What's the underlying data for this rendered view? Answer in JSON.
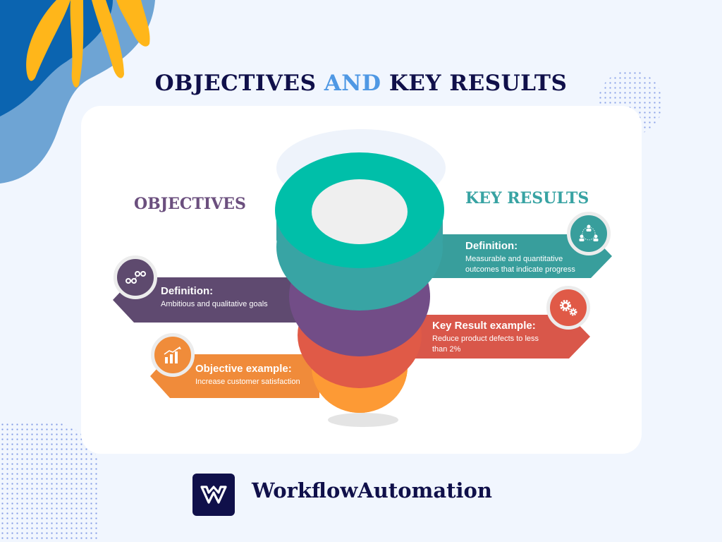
{
  "header": {
    "title_part1": "OBJECTIVES",
    "title_accent": "AND",
    "title_part2": "KEY RESULTS"
  },
  "objectives": {
    "heading": "OBJECTIVES",
    "color": "#6b4f7e",
    "items": [
      {
        "title": "Definition:",
        "text": "Ambitious and qualitative goals",
        "icon": "connected-nodes-icon",
        "color": "#5e4a6e"
      },
      {
        "title": "Objective example:",
        "text": "Increase customer satisfaction",
        "icon": "growth-chart-icon",
        "color": "#f08c3a"
      }
    ]
  },
  "key_results": {
    "heading": "KEY RESULTS",
    "color": "#38a3a3",
    "items": [
      {
        "title": "Definition:",
        "text_line1": "Measurable and quantitative",
        "text_line2": "outcomes that indicate progress",
        "icon": "team-network-icon",
        "color": "#389e9c"
      },
      {
        "title": "Key Result example:",
        "text_line1": "Reduce product defects to less",
        "text_line2": "than 2%",
        "icon": "gears-icon",
        "color": "#d9584a"
      }
    ]
  },
  "funnel": {
    "layers": [
      {
        "name": "top-ring",
        "color": "#00bfa9"
      },
      {
        "name": "teal-band",
        "color": "#38a4a4"
      },
      {
        "name": "purple-band",
        "color": "#724d87"
      },
      {
        "name": "red-band",
        "color": "#e05a47"
      },
      {
        "name": "orange-tip",
        "color": "#fd9a35"
      }
    ]
  },
  "footer": {
    "brand": "WorkflowAutomation",
    "logo_letter": "W"
  }
}
